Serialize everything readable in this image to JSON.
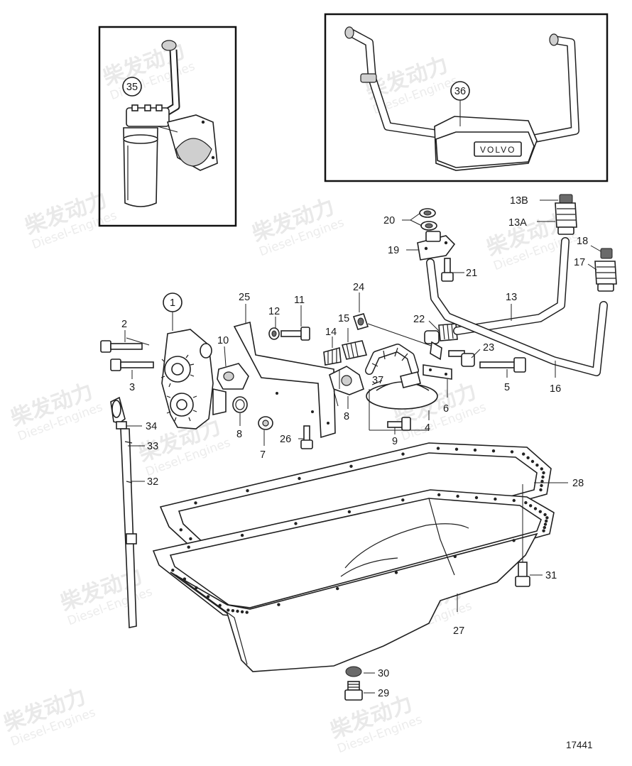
{
  "diagram": {
    "figure_number": "17441",
    "inset_left_callout": "35",
    "inset_right_callout": "36",
    "brand_mark": "VOLVO",
    "watermark": {
      "cn": "柴发动力",
      "en": "Diesel-Engines"
    },
    "callouts": {
      "c1": "1",
      "c2": "2",
      "c3": "3",
      "c4": "4",
      "c5": "5",
      "c6": "6",
      "c7": "7",
      "c8a": "8",
      "c8b": "8",
      "c9": "9",
      "c10": "10",
      "c11": "11",
      "c12": "12",
      "c13": "13",
      "c13a": "13A",
      "c13b": "13B",
      "c14": "14",
      "c15": "15",
      "c16": "16",
      "c17": "17",
      "c18": "18",
      "c19": "19",
      "c20": "20",
      "c21": "21",
      "c22": "22",
      "c23": "23",
      "c24": "24",
      "c25": "25",
      "c26": "26",
      "c27": "27",
      "c28": "28",
      "c29": "29",
      "c30": "30",
      "c31": "31",
      "c32": "32",
      "c33": "33",
      "c34": "34",
      "c37": "37"
    }
  }
}
